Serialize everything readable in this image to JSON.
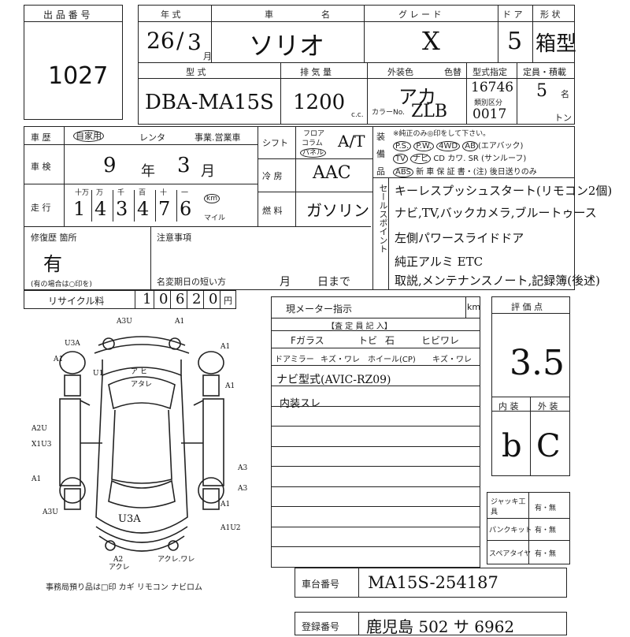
{
  "lot": {
    "label": "出 品 番 号",
    "number": "1027"
  },
  "vehicle": {
    "year_label": "年 式",
    "maker_label": "車",
    "name_label": "名",
    "grade_label": "グ レ ー ド",
    "door_label": "ド ア",
    "shape_label": "形 状",
    "year": "26",
    "month": "3",
    "year_unit": "年",
    "month_unit": "月",
    "name": "ソリオ",
    "grade": "X",
    "doors": "5",
    "shape": "箱型",
    "model_label": "型 式",
    "displacement_label": "排 気 量",
    "exterior_color_label": "外装色",
    "color_code_label": "色替",
    "model_cert_label": "型式指定",
    "capacity_label": "定員・積載",
    "model": "DBA-MA15S",
    "displacement": "1200",
    "cc": "c.c.",
    "color": "アカ",
    "color_no_label": "カラーNo.",
    "color_no": "ZLB",
    "model_cert": "16746",
    "class_label": "類別区分",
    "class": "0017",
    "capacity": "5",
    "capacity_unit": "名",
    "ton_unit": "トン"
  },
  "history": {
    "label": "車 歴",
    "private": "自家用",
    "rental": "レンタ",
    "business": "事業.営業車",
    "inspection_label": "車 検",
    "inspection_year": "9",
    "inspection_month": "3",
    "mileage_label": "走 行",
    "digit_labels": [
      "十万",
      "万",
      "千",
      "百",
      "十",
      "一"
    ],
    "mileage": [
      "1",
      "4",
      "3",
      "4",
      "7",
      "6"
    ],
    "km": "km",
    "mile": "マイル"
  },
  "specs": {
    "shift_label": "シフト",
    "floor": "フロア",
    "column": "コラム",
    "panel": "パネル",
    "shift": "A/T",
    "ac_label": "冷 房",
    "ac": "AAC",
    "fuel_label": "燃 料",
    "fuel": "ガソリン"
  },
  "equipment": {
    "label1": "装",
    "label2": "備",
    "label3": "品",
    "note": "※純正のみ◎印をして下さい。",
    "line1": [
      "P.S.",
      "P.W.",
      "4WD",
      "AB",
      "(エアバック)"
    ],
    "line2": [
      "TV",
      "ナビ",
      "CD",
      "カワ.",
      "SR (サンルーフ)"
    ],
    "line3": [
      "ABS",
      "新 車 保 証 書・(注) 後日送りのみ"
    ]
  },
  "sales_points": {
    "label": "セールスポイント",
    "items": [
      "キーレスプッシュスタート(リモコン2個)",
      "ナビ,TV,バックカメラ,ブルートゥース",
      "左側パワースライドドア",
      "純正アルミ ETC",
      "取説,メンテナンスノート,記録簿(後述)"
    ]
  },
  "repair": {
    "label": "修復歴 箇所",
    "value": "有",
    "note": "(有の場合は○印を)"
  },
  "caution": {
    "label": "注意事項",
    "name_change_label": "名変期日の短い方",
    "month": "月",
    "day": "日まで"
  },
  "recycle": {
    "label": "リサイクル料",
    "digits": [
      "1",
      "0",
      "6",
      "2",
      "0"
    ],
    "unit": "円"
  },
  "meter": {
    "label": "現メーター指示",
    "unit": "km"
  },
  "inspector": {
    "header": "【査 定 員 記 入】",
    "row1": [
      "Fガラス",
      "トビ",
      "石",
      "ヒビワレ"
    ],
    "row2": [
      "ドアミラー",
      "キズ・ワレ",
      "ホイール(CP)",
      "キズ・ワレ"
    ],
    "notes": [
      "ナビ型式(AVIC-RZ09)",
      "内装スレ"
    ]
  },
  "rating": {
    "label": "評 価 点",
    "score": "3.5",
    "interior_label": "内 装",
    "exterior_label": "外 装",
    "interior": "b",
    "exterior": "C"
  },
  "accessories": {
    "jack_label": "ジャッキ工 具",
    "puncture_label": "パンクキット",
    "spare_label": "スペアタイヤ",
    "value": "有・無"
  },
  "diagram": {
    "marks": [
      "A3U",
      "A1",
      "U3A",
      "A1",
      "U1",
      "A1",
      "A1",
      "ア ヒ",
      "アタレ",
      "A2U",
      "X1U3",
      "A1",
      "A3",
      "A3",
      "A1",
      "A3U",
      "U3A",
      "A1U2",
      "A2",
      "アクレ",
      "アクレ.ワレ"
    ],
    "footer": "事務局預り品は□印  カギ  リモコン  ナビロム"
  },
  "chassis": {
    "label": "車台番号",
    "value": "MA15S-254187"
  },
  "registration": {
    "label": "登録番号",
    "value": "鹿児島 502 サ 6962"
  }
}
